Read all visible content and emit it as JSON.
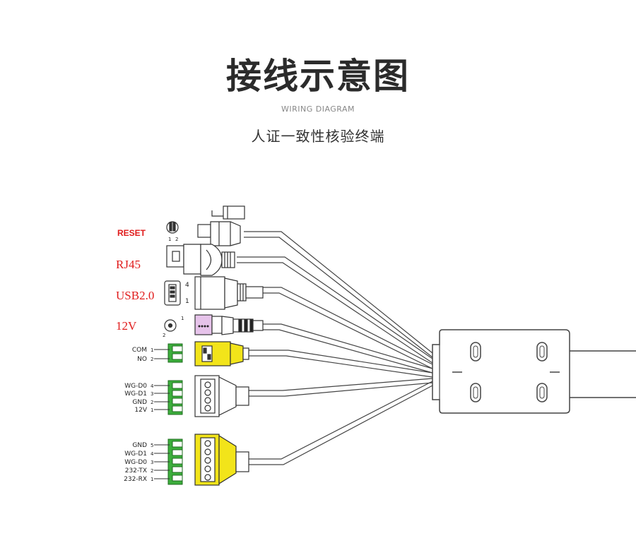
{
  "header": {
    "title": "接线示意图",
    "subtitle": "WIRING DIAGRAM",
    "product": "人证一致性核验终端"
  },
  "connectors": {
    "reset": {
      "label": "RESET",
      "pins": [
        "1",
        "2"
      ]
    },
    "rj45": {
      "label": "RJ45"
    },
    "usb": {
      "label": "USB2.0",
      "pins": [
        "4",
        "1"
      ]
    },
    "power": {
      "label": "12V",
      "pins": [
        "1",
        "2"
      ]
    },
    "relay": {
      "rows": [
        {
          "name": "COM",
          "num": "1"
        },
        {
          "name": "NO",
          "num": "2"
        }
      ]
    },
    "wiegand_in": {
      "rows": [
        {
          "name": "WG-D0",
          "num": "4"
        },
        {
          "name": "WG-D1",
          "num": "3"
        },
        {
          "name": "GND",
          "num": "2"
        },
        {
          "name": "12V",
          "num": "1"
        }
      ]
    },
    "serial": {
      "rows": [
        {
          "name": "GND",
          "num": "5"
        },
        {
          "name": "WG-D1",
          "num": "4"
        },
        {
          "name": "WG-D0",
          "num": "3"
        },
        {
          "name": "232-TX",
          "num": "2"
        },
        {
          "name": "232-RX",
          "num": "1"
        }
      ]
    }
  },
  "colors": {
    "label_red": "#e01b1b",
    "terminal_green": "#3cae3c",
    "plug_yellow": "#f2e41a",
    "power_pink": "#d9a0d9"
  }
}
